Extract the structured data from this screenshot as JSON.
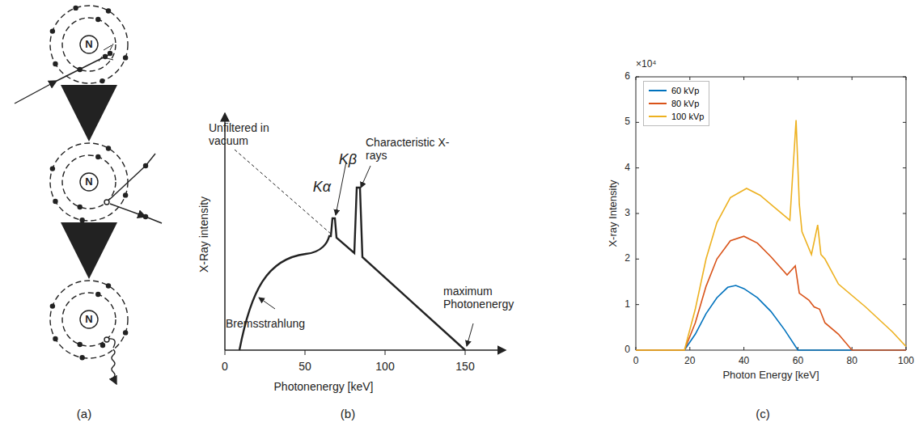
{
  "diagram": {
    "labels": [
      "N",
      "N",
      "N",
      "(a)",
      "Unfiltered in vacuum",
      "Kα",
      "Kβ",
      "Characteristic X-rays",
      "X-Ray intensity",
      "Bremsstrahlung",
      "maximum Photonenergy",
      "0",
      "50",
      "100",
      "150",
      "Photonenergy [keV]",
      "(b)",
      "×10⁴",
      "0",
      "1",
      "2",
      "3",
      "4",
      "5",
      "6",
      "0",
      "20",
      "40",
      "60",
      "80",
      "100",
      "X-ray Intensity",
      "Photon Energy [keV]",
      "(c)"
    ],
    "legend": [
      {
        "text": "60 kVp",
        "color": "#0072BD"
      },
      {
        "text": "80 kVp",
        "color": "#D95319"
      },
      {
        "text": "100 kVp",
        "color": "#EDB120"
      }
    ]
  }
}
